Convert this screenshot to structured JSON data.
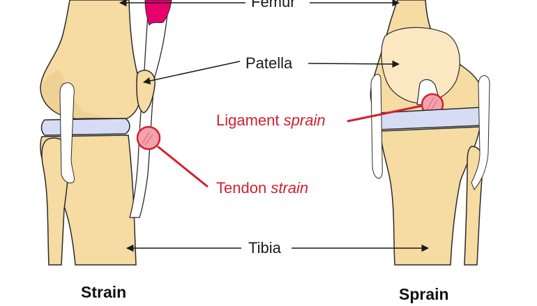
{
  "labels": {
    "femur": "Femur",
    "patella": "Patella",
    "tibia": "Tibia",
    "ligament_word": "Ligament",
    "ligament_em": "sprain",
    "tendon_word": "Tendon",
    "tendon_em": "strain"
  },
  "captions": {
    "left": "Strain",
    "right": "Sprain"
  },
  "colors": {
    "bone": "#f6dba2",
    "bone_outline": "#2a2a2a",
    "cartilage": "#d6dcf4",
    "tendon": "#ffffff",
    "muscle": "#e6006e",
    "injury": "#d2202f",
    "injury_fill": "#f3a3ad",
    "text": "#1a1a1a"
  }
}
